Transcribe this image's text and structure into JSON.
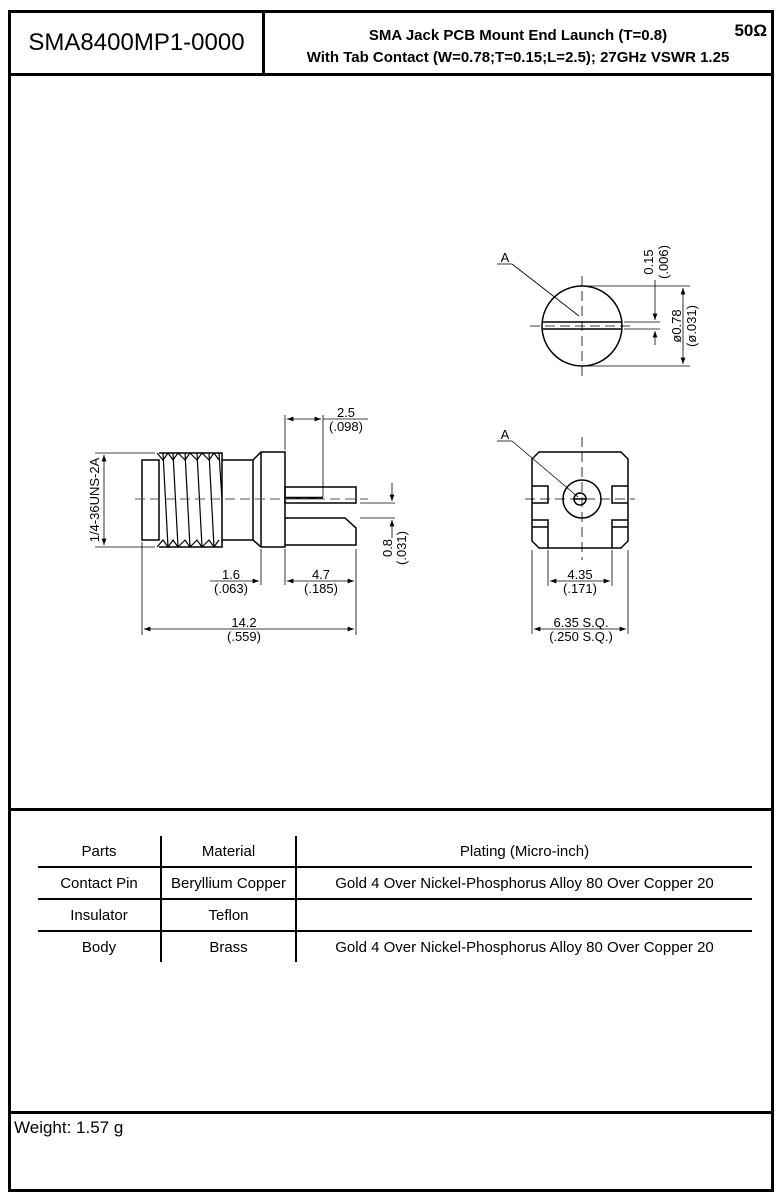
{
  "header": {
    "part_number": "SMA8400MP1-0000",
    "title_line1": "SMA Jack PCB Mount End Launch (T=0.8)",
    "title_line2": "With Tab Contact (W=0.78;T=0.15;L=2.5); 27GHz VSWR 1.25",
    "impedance": "50Ω"
  },
  "drawing": {
    "thread_label": "1/4-36UNS-2A",
    "dim_pin_len": "2.5",
    "dim_pin_len_in": "(.098)",
    "dim_flange": "1.6",
    "dim_flange_in": "(.063)",
    "dim_tab": "4.7",
    "dim_tab_in": "(.185)",
    "dim_total": "14.2",
    "dim_total_in": "(.559)",
    "dim_tab_t": "0.8",
    "dim_tab_t_in": "(.031)",
    "dim_pin_t": "0.15",
    "dim_pin_t_in": "(.006)",
    "dim_pin_d": "ø0.78",
    "dim_pin_d_in": "(ø.031)",
    "dim_tab_gap": "4.35",
    "dim_tab_gap_in": "(.171)",
    "dim_square": "6.35 S.Q.",
    "dim_square_in": "(.250 S.Q.)",
    "detail_label": "A"
  },
  "table": {
    "headers": [
      "Parts",
      "Material",
      "Plating (Micro-inch)"
    ],
    "rows": [
      [
        "Contact Pin",
        "Beryllium Copper",
        "Gold 4 Over Nickel-Phosphorus Alloy 80 Over Copper 20"
      ],
      [
        "Insulator",
        "Teflon",
        ""
      ],
      [
        "Body",
        "Brass",
        "Gold 4 Over Nickel-Phosphorus Alloy 80 Over Copper 20"
      ]
    ]
  },
  "weight": "Weight: 1.57 g"
}
